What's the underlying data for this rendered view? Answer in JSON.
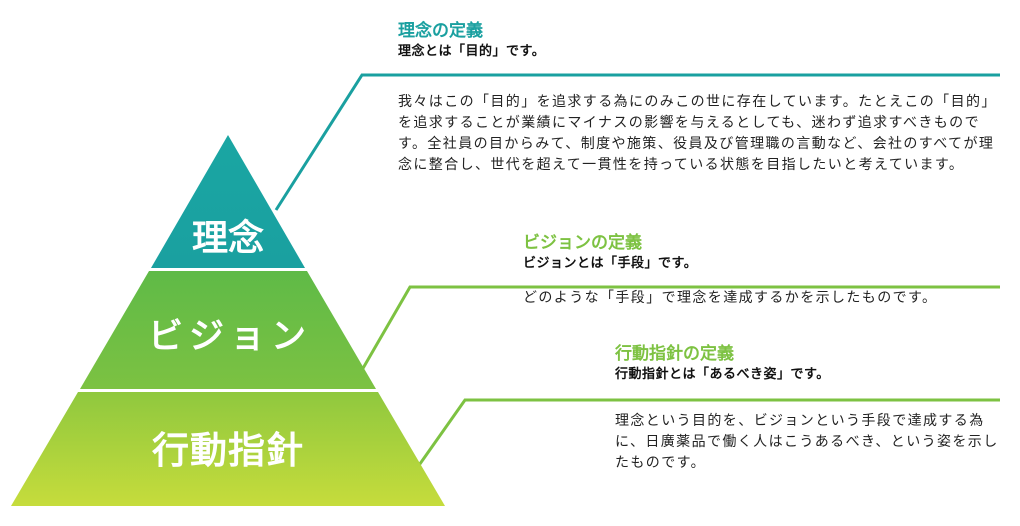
{
  "pyramid": {
    "tiers": [
      {
        "label": "理念",
        "color_top": "#1aa6a3",
        "color_bottom": "#1aa0a0"
      },
      {
        "label": "ビジョン",
        "color_top": "#5fba47",
        "color_bottom": "#7cc242"
      },
      {
        "label": "行動指針",
        "color_top": "#8fc83e",
        "color_bottom": "#c6dc3c"
      }
    ]
  },
  "sections": {
    "rinen": {
      "heading": "理念の定義",
      "subheading": "理念とは「目的」です。",
      "body": "我々はこの「目的」を追求する為にのみこの世に存在しています。たとえこの「目的」を追求することが業績にマイナスの影響を与えるとしても、迷わず追求すべきものです。全社員の目からみて、制度や施策、役員及び管理職の言動など、会社のすべてが理念に整合し、世代を超えて一貫性を持っている状態を目指したいと考えています。",
      "line_color": "#1aa0a0"
    },
    "vision": {
      "heading": "ビジョンの定義",
      "subheading": "ビジョンとは「手段」です。",
      "body": "どのような「手段」で理念を達成するかを示したものです。",
      "line_color": "#7dc242"
    },
    "action": {
      "heading": "行動指針の定義",
      "subheading": "行動指針とは「あるべき姿」です。",
      "body": "理念という目的を、ビジョンという手段で達成する為に、日廣薬品で働く人はこうあるべき、という姿を示したものです。",
      "line_color": "#7dc242"
    }
  }
}
